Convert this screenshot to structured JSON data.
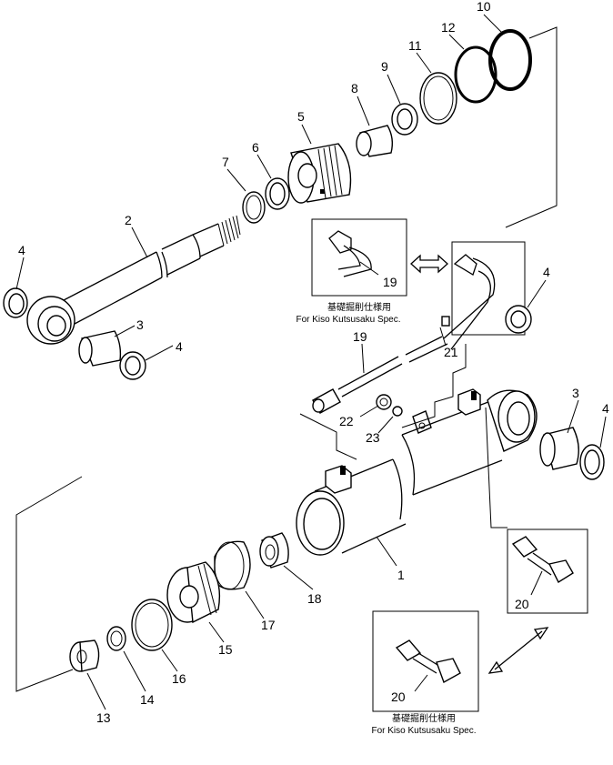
{
  "callouts": [
    {
      "id": "c1",
      "text": "1"
    },
    {
      "id": "c2",
      "text": "2"
    },
    {
      "id": "c3a",
      "text": "3"
    },
    {
      "id": "c3b",
      "text": "3"
    },
    {
      "id": "c4a",
      "text": "4"
    },
    {
      "id": "c4b",
      "text": "4"
    },
    {
      "id": "c4c",
      "text": "4"
    },
    {
      "id": "c4d",
      "text": "4"
    },
    {
      "id": "c5",
      "text": "5"
    },
    {
      "id": "c6",
      "text": "6"
    },
    {
      "id": "c7",
      "text": "7"
    },
    {
      "id": "c8",
      "text": "8"
    },
    {
      "id": "c9",
      "text": "9"
    },
    {
      "id": "c10",
      "text": "10"
    },
    {
      "id": "c11",
      "text": "11"
    },
    {
      "id": "c12",
      "text": "12"
    },
    {
      "id": "c13",
      "text": "13"
    },
    {
      "id": "c14",
      "text": "14"
    },
    {
      "id": "c15",
      "text": "15"
    },
    {
      "id": "c16",
      "text": "16"
    },
    {
      "id": "c17",
      "text": "17"
    },
    {
      "id": "c18",
      "text": "18"
    },
    {
      "id": "c19a",
      "text": "19"
    },
    {
      "id": "c19b",
      "text": "19"
    },
    {
      "id": "c20a",
      "text": "20"
    },
    {
      "id": "c20b",
      "text": "20"
    },
    {
      "id": "c21",
      "text": "21"
    },
    {
      "id": "c22",
      "text": "22"
    },
    {
      "id": "c23",
      "text": "23"
    }
  ],
  "spec_caption_top": {
    "jp": "基礎掘削仕様用",
    "en": "For Kiso Kutsusaku Spec."
  },
  "spec_caption_bottom": {
    "jp": "基礎掘削仕様用",
    "en": "For Kiso Kutsusaku Spec."
  }
}
